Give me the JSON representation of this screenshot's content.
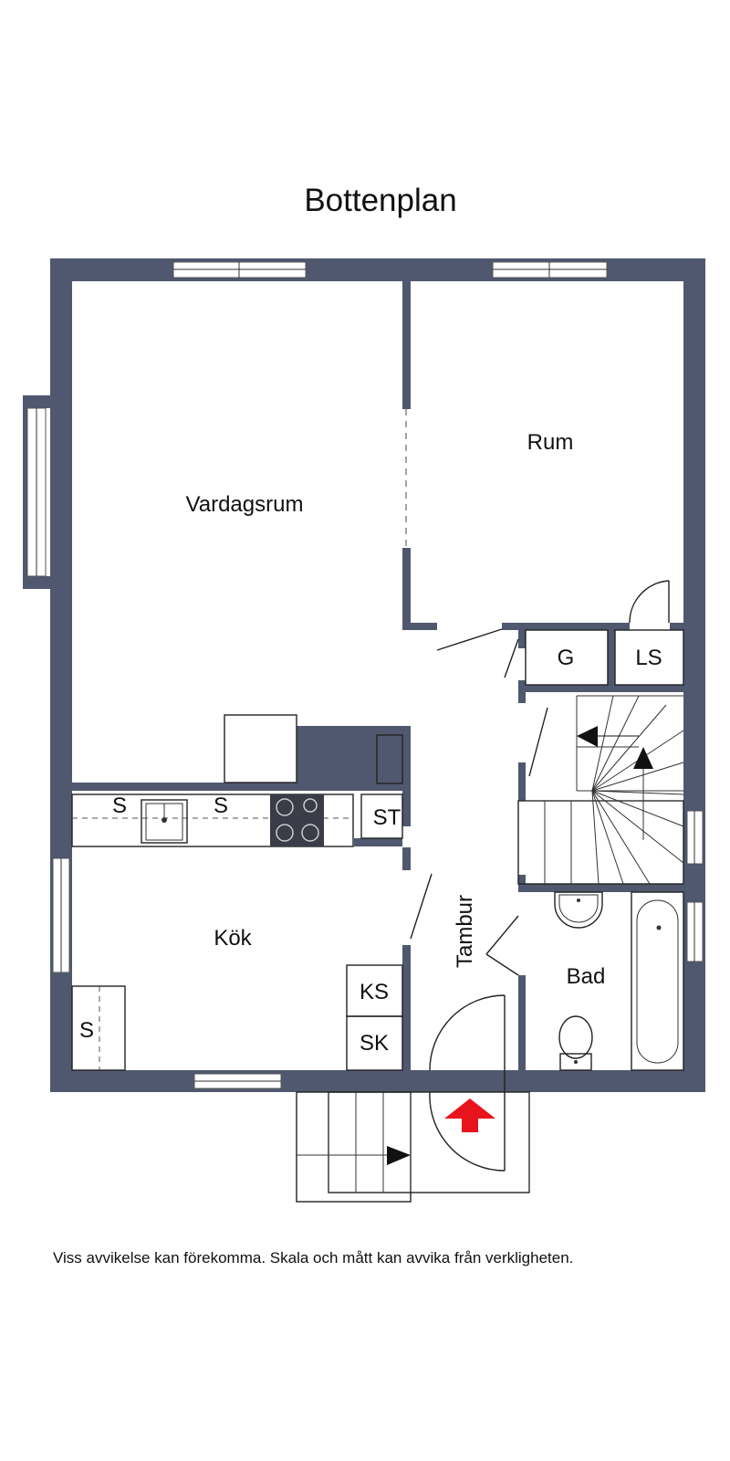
{
  "title": "Bottenplan",
  "rooms": {
    "vardagsrum": "Vardagsrum",
    "rum": "Rum",
    "kok": "Kök",
    "tambur": "Tambur",
    "bad": "Bad"
  },
  "fixtures": {
    "g": "G",
    "ls": "LS",
    "st": "ST",
    "ks": "KS",
    "sk": "SK",
    "s_left": "S",
    "s_right": "S",
    "s_kok": "S"
  },
  "disclaimer": "Viss avvikelse kan förekomma. Skala och mått kan avvika från verkligheten.",
  "colors": {
    "wall": "#505870",
    "entrance_arrow": "#e8141c",
    "stair_arrow": "#111111"
  },
  "icons": {
    "entrance": "entrance-arrow-icon",
    "stairs": "stair-direction-arrow-icon"
  }
}
